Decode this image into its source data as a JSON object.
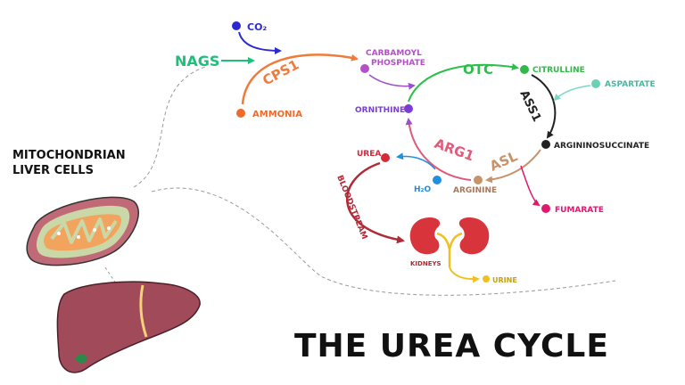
{
  "title": "THE UREA CYCLE",
  "location_label_line1": "MITOCHONDRIAN",
  "location_label_line2": "LIVER CELLS",
  "enzymes": {
    "nags": "NAGS",
    "cps1": "CPS1",
    "otc": "OTC",
    "ass1": "ASS1",
    "asl": "ASL",
    "arg1": "ARG1"
  },
  "metabolites": {
    "co2": "CO₂",
    "ammonia": "AMMONIA",
    "carbamoyl_phosphate_line1": "CARBAMOYL",
    "carbamoyl_phosphate_line2": "PHOSPHATE",
    "ornithine": "ORNITHINE",
    "citrulline": "CITRULLINE",
    "aspartate": "ASPARTATE",
    "argininosuccinate": "ARGININOSUCCINATE",
    "fumarate": "FUMARATE",
    "arginine": "ARGININE",
    "h2o": "H₂O",
    "urea": "UREA",
    "bloodstream": "BLOODSTREAM",
    "kidneys": "KIDNEYS",
    "urine": "URINE"
  },
  "colors": {
    "nags": "#1fbf7a",
    "cps1": "#f07a3c",
    "otc": "#2bbf4a",
    "ass1": "#222222",
    "asl": "#c8936a",
    "arg1": "#e05a7a",
    "co2": "#2a2ad0",
    "ammonia": "#ef6a2a",
    "carbamoyl": "#b44fc8",
    "ornithine": "#7a3fd0",
    "citrulline": "#32b84a",
    "aspartate": "#6ad0b8",
    "fumarate": "#e0186e",
    "arginine": "#c8936a",
    "h2o": "#1f8fe0",
    "urea": "#d42a3a",
    "bloodstream": "#b02a38",
    "kidney": "#d8343c",
    "urine": "#f0c020",
    "liver": "#a04a5a",
    "mito_outer": "#c06a78"
  }
}
